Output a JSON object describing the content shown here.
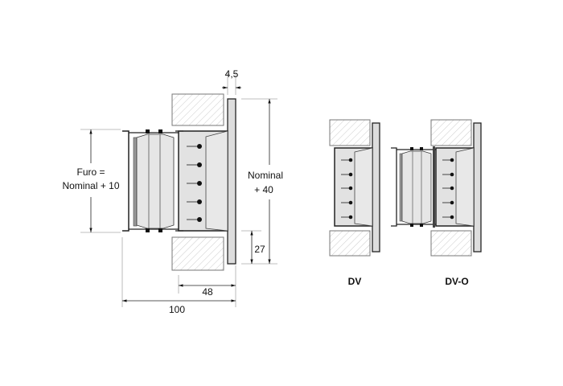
{
  "dimensions": {
    "flange_thickness": "4,5",
    "hole_line1": "Furo =",
    "hole_line2": "Nominal + 10",
    "height_line1": "Nominal",
    "height_line2": "+ 40",
    "offset": "27",
    "depth_grille": "48",
    "depth_total": "100"
  },
  "variants": [
    {
      "label": "DV"
    },
    {
      "label": "DV-O"
    }
  ]
}
